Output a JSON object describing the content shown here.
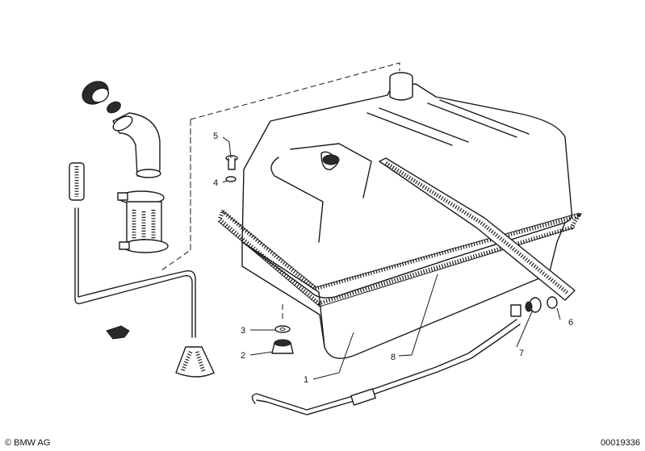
{
  "callouts": [
    {
      "id": "1",
      "label": "1"
    },
    {
      "id": "2",
      "label": "2"
    },
    {
      "id": "3",
      "label": "3"
    },
    {
      "id": "4",
      "label": "4"
    },
    {
      "id": "5",
      "label": "5"
    },
    {
      "id": "6",
      "label": "6"
    },
    {
      "id": "7",
      "label": "7"
    },
    {
      "id": "8",
      "label": "8"
    }
  ],
  "footer": {
    "copyright": "© BMW AG",
    "document_number": "00019336"
  }
}
